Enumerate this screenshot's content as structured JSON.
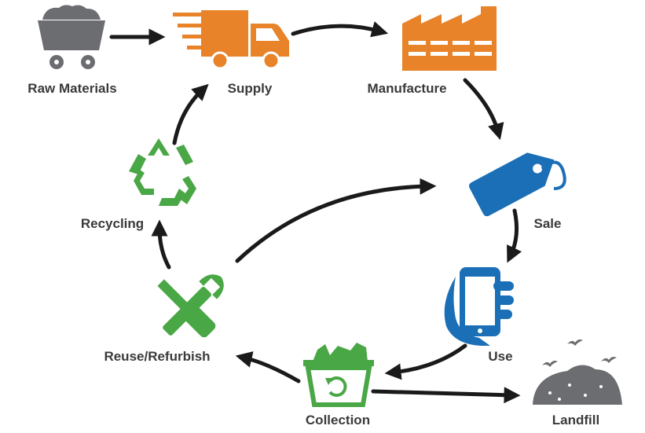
{
  "nodes": {
    "raw_materials": "Raw Materials",
    "supply": "Supply",
    "manufacture": "Manufacture",
    "sale": "Sale",
    "use": "Use",
    "collection": "Collection",
    "landfill": "Landfill",
    "reuse_refurbish": "Reuse/Refurbish",
    "recycling": "Recycling"
  },
  "colors": {
    "orange": "#e8832a",
    "blue": "#1b6fb6",
    "green": "#4aa746",
    "gray": "#6b6d70",
    "arrow": "#1a1a1a",
    "text": "#3a3a3a"
  },
  "icons": {
    "raw_materials": "mine-cart-icon",
    "supply": "delivery-truck-icon",
    "manufacture": "factory-icon",
    "sale": "price-tag-icon",
    "use": "smartphone-in-hand-icon",
    "collection": "collection-bin-icon",
    "landfill": "landfill-icon",
    "reuse_refurbish": "wrench-screwdriver-icon",
    "recycling": "recycle-icon"
  }
}
